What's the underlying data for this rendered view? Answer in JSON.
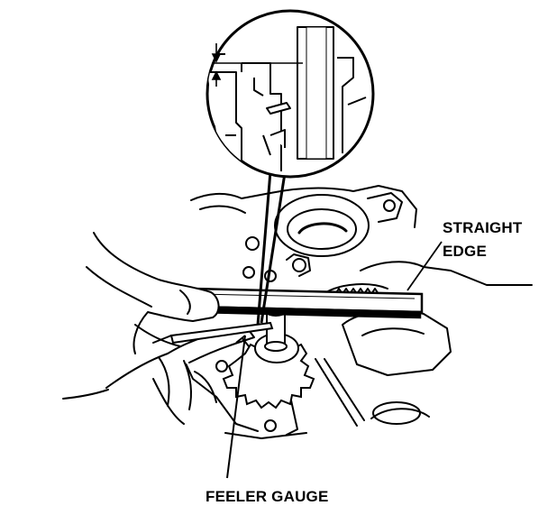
{
  "labels": {
    "straight_edge_line1": "STRAIGHT",
    "straight_edge_line2": "EDGE",
    "feeler_gauge": "FEELER GAUGE"
  },
  "colors": {
    "ink": "#000000",
    "paper": "#ffffff"
  }
}
